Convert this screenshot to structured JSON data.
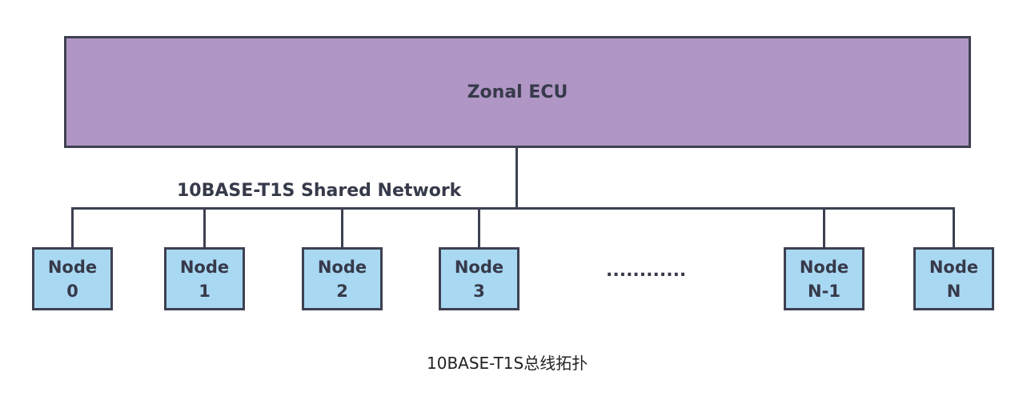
{
  "diagram": {
    "ecu": {
      "label": "Zonal ECU",
      "color": "#b096c4"
    },
    "bus": {
      "label": "10BASE-T1S Shared Network"
    },
    "nodes": [
      {
        "line1": "Node",
        "line2": "0"
      },
      {
        "line1": "Node",
        "line2": "1"
      },
      {
        "line1": "Node",
        "line2": "2"
      },
      {
        "line1": "Node",
        "line2": "3"
      },
      {
        "line1": "Node",
        "line2": "N-1"
      },
      {
        "line1": "Node",
        "line2": "N"
      }
    ],
    "node_color": "#a9d8f2",
    "line_color": "#3d4151",
    "ellipsis": "............",
    "caption": "10BASE-T1S总线拓扑"
  }
}
